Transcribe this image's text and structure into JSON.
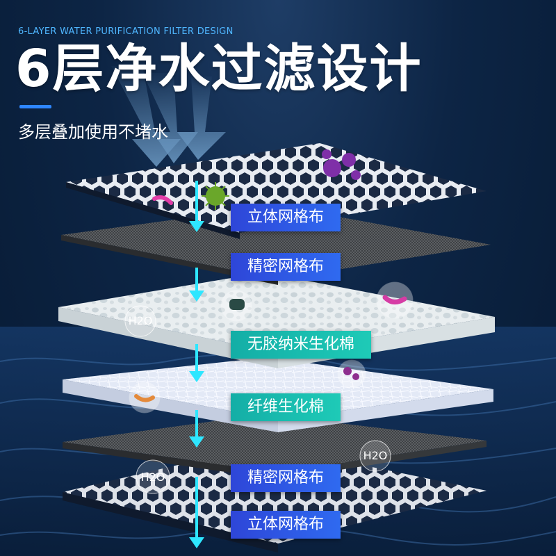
{
  "header": {
    "eyebrow": "6-LAYER WATER PURIFICATION FILTER DESIGN",
    "title": "6层净水过滤设计",
    "subtitle": "多层叠加使用不堵水"
  },
  "layers": [
    {
      "label": "立体网格布",
      "tag_color": "#2e5ff0"
    },
    {
      "label": "精密网格布",
      "tag_color": "#2e5ff0"
    },
    {
      "label": "无胶纳米生化棉",
      "tag_color": "#1cbcb0"
    },
    {
      "label": "纤维生化棉",
      "tag_color": "#1cbcb0"
    },
    {
      "label": "精密网格布",
      "tag_color": "#2e5ff0"
    },
    {
      "label": "立体网格布",
      "tag_color": "#2e5ff0"
    }
  ],
  "badges": [
    "H2O",
    "H2O",
    "H2O"
  ],
  "colors": {
    "flow_arrow": "#2ee6ff",
    "accent": "#2e86ff",
    "background": "#0d2545"
  }
}
